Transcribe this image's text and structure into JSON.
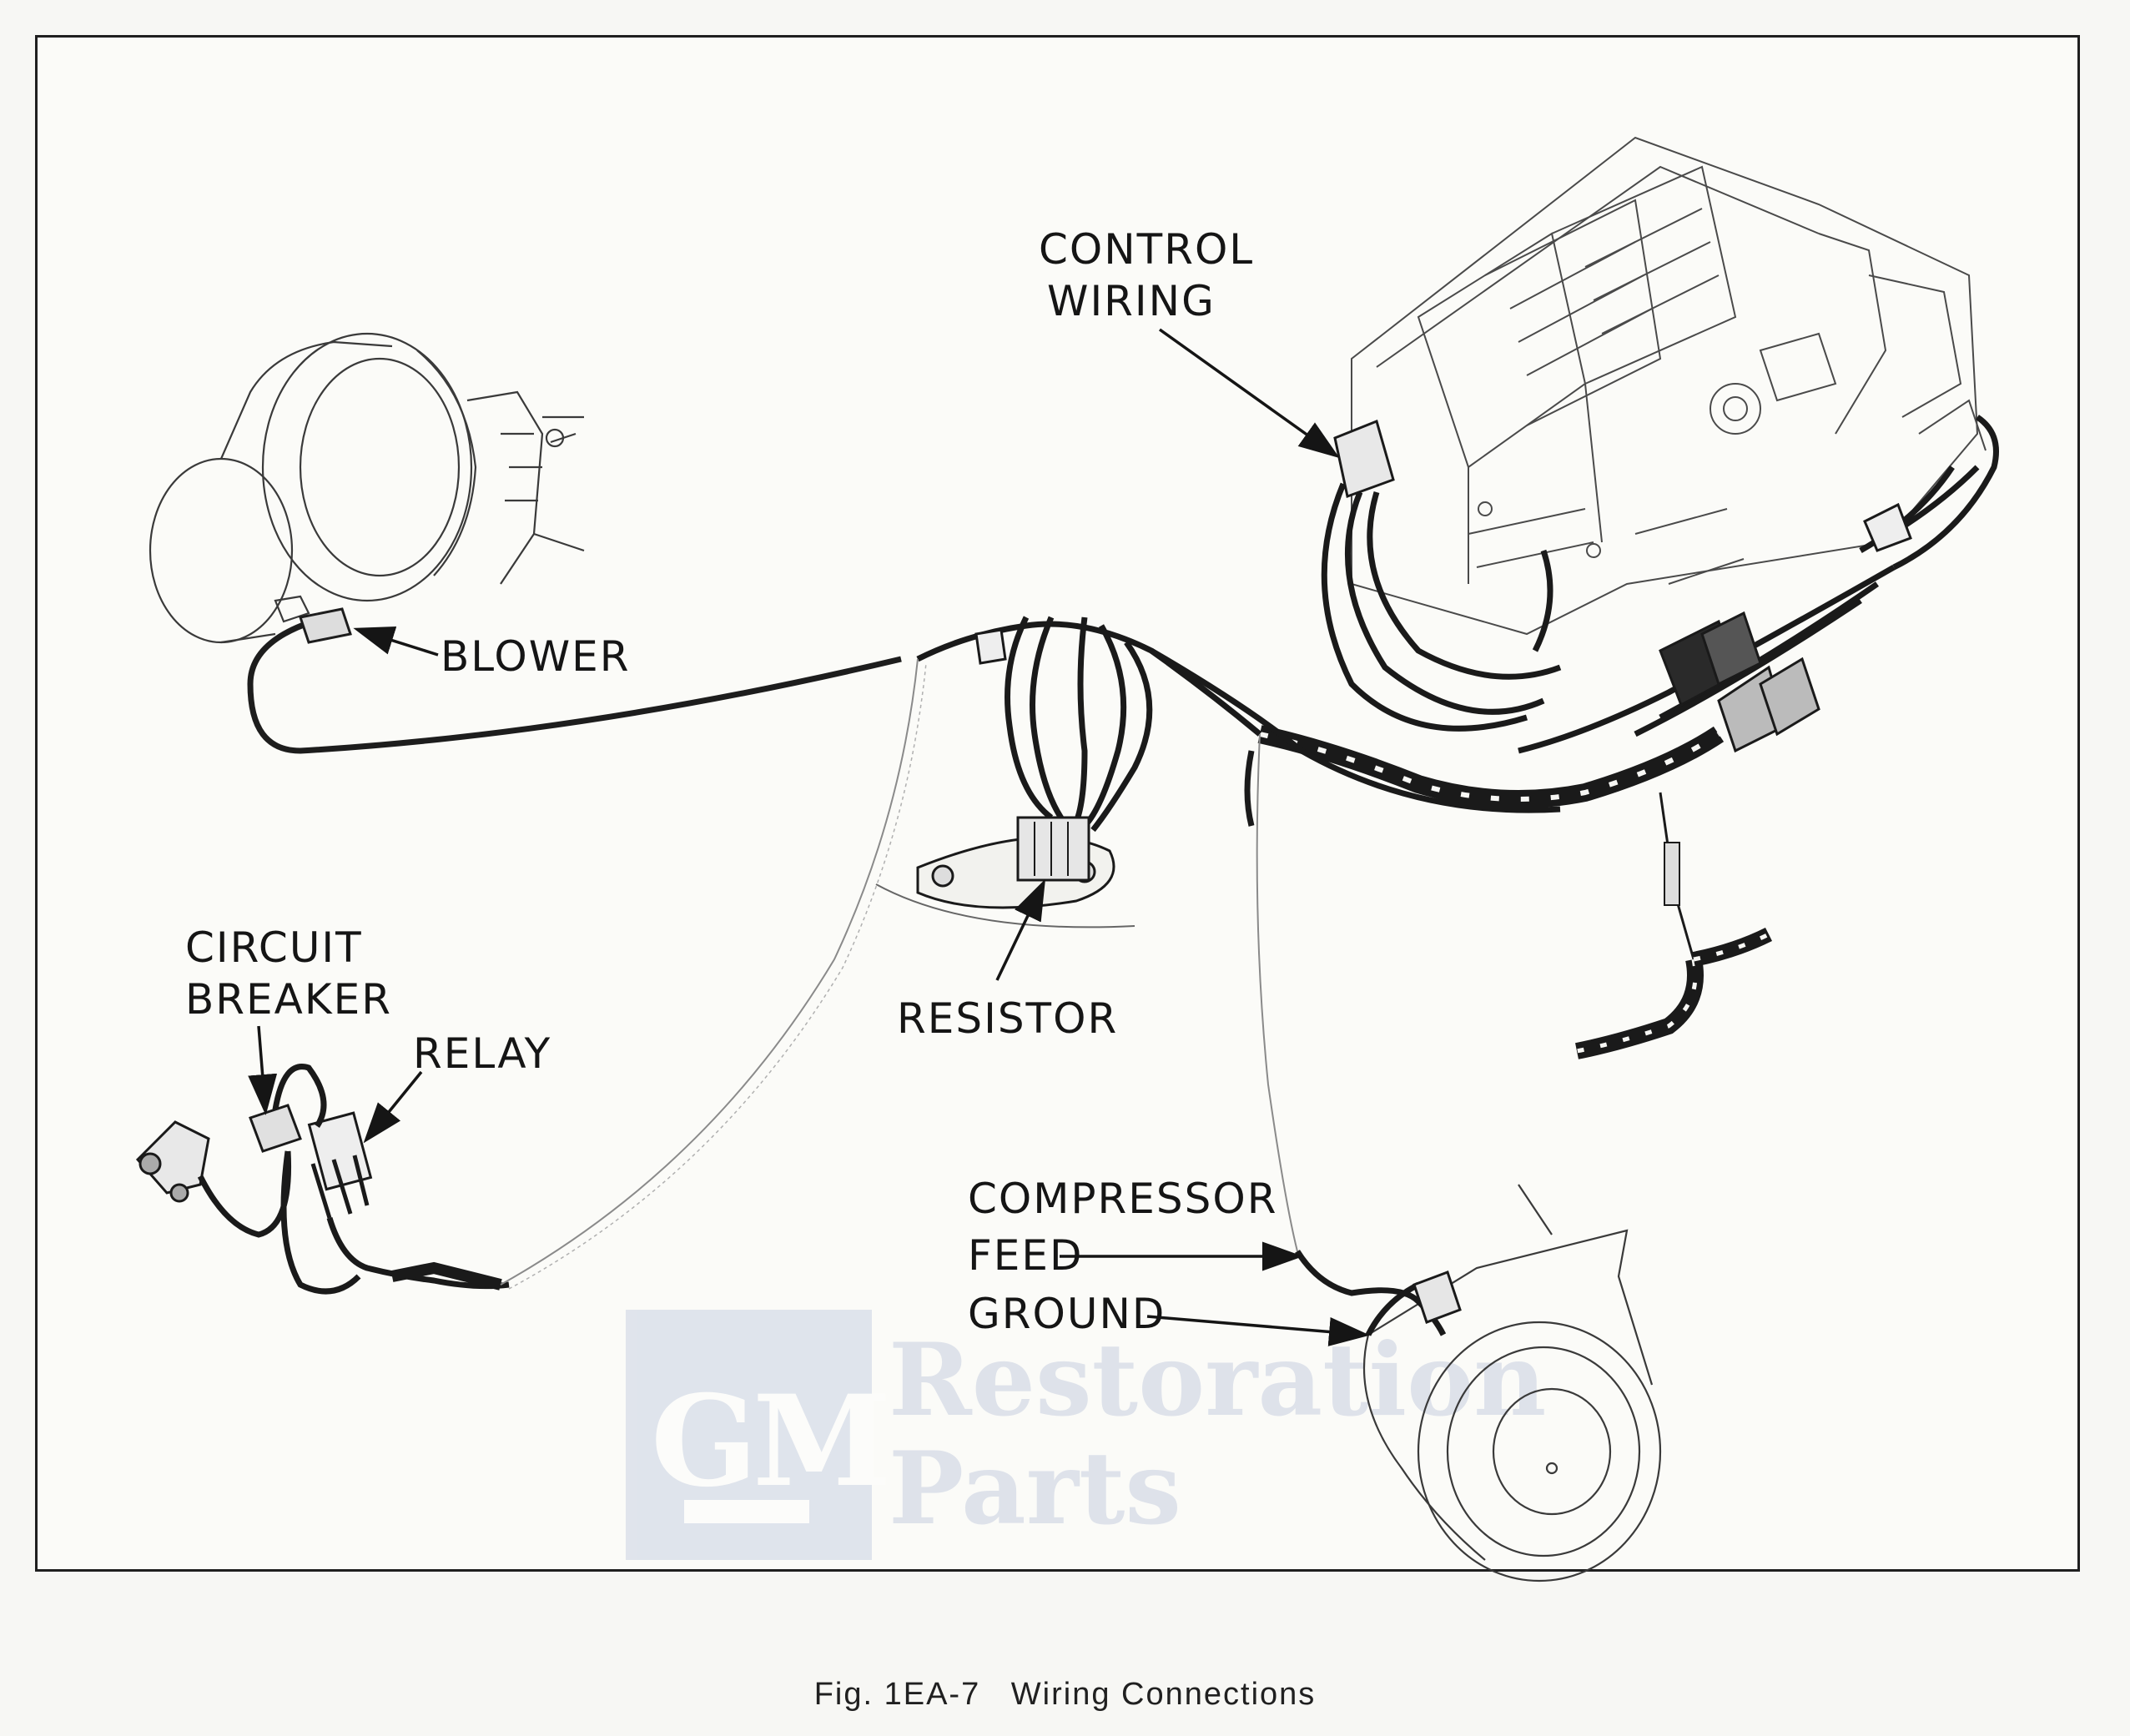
{
  "labels": {
    "control_wiring": [
      "CONTROL",
      "WIRING"
    ],
    "blower": "BLOWER",
    "circuit_breaker": [
      "CIRCUIT",
      "BREAKER"
    ],
    "relay": "RELAY",
    "resistor": "RESISTOR",
    "compressor": "COMPRESSOR",
    "feed": "FEED",
    "ground": "GROUND"
  },
  "watermark": {
    "logo": "GM",
    "line1": "Restoration",
    "line2": "Parts"
  },
  "caption": {
    "figure": "Fig. 1EA-7",
    "title": "Wiring Connections"
  }
}
